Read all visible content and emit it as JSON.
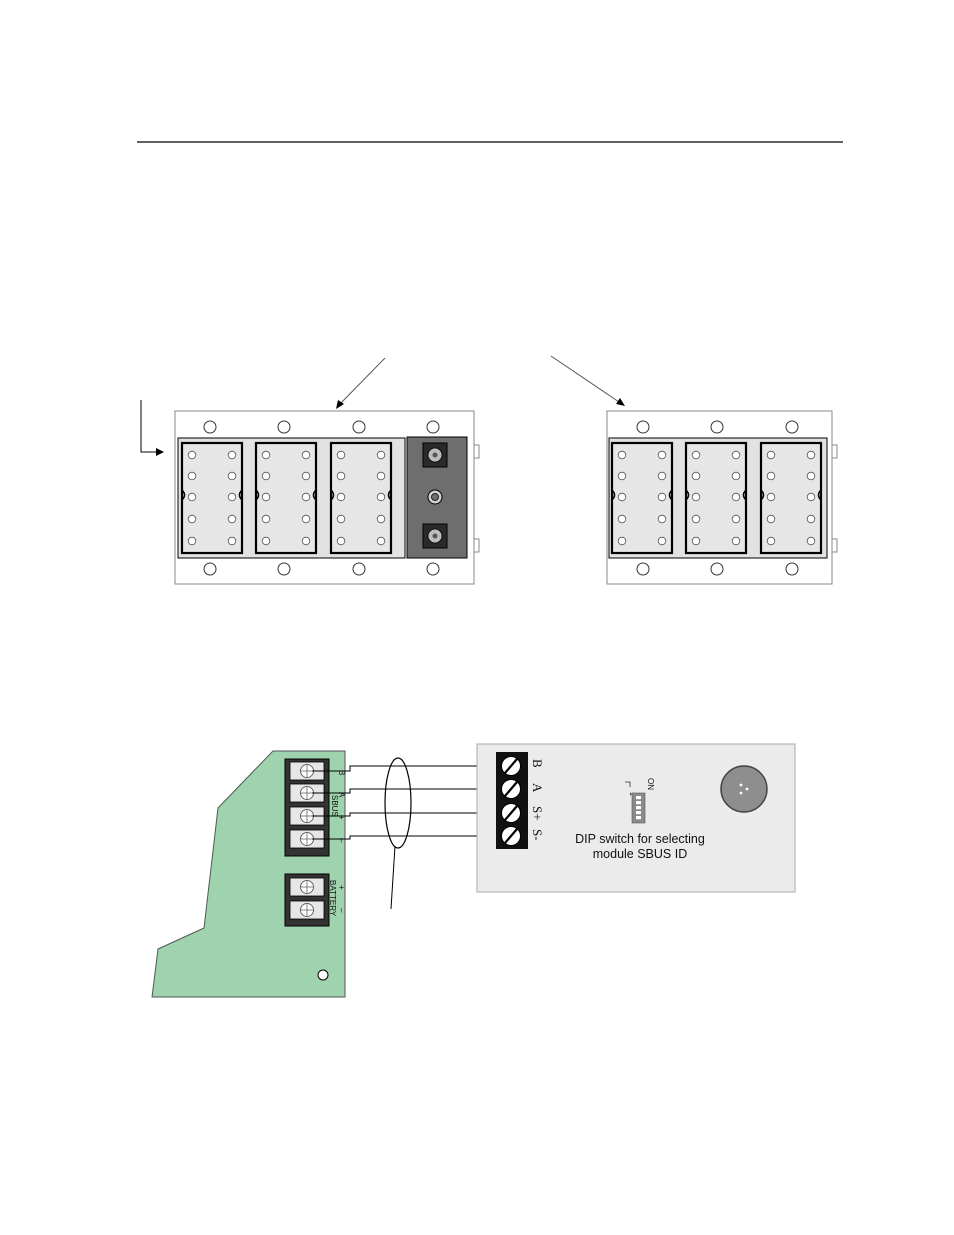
{
  "sbus_module": {
    "terminal_labels": [
      "B",
      "A",
      "S+",
      "S-"
    ],
    "dip_on_label": "ON",
    "dip_pos_label": "1",
    "caption_line1": "DIP switch for selecting",
    "caption_line2": "module SBUS ID"
  },
  "panel_board": {
    "sbus_label": "SBUS",
    "sbus_terminal_marks": [
      "B",
      "A",
      "+",
      "–"
    ],
    "battery_label": "BATTERY",
    "battery_terminal_marks": [
      "+",
      "–"
    ]
  },
  "colors": {
    "panel_board": "#9fd3ae",
    "module_board": "#ebebeb",
    "relay_area": "#e2e2e2",
    "dark_block": "#6e6e6e"
  }
}
